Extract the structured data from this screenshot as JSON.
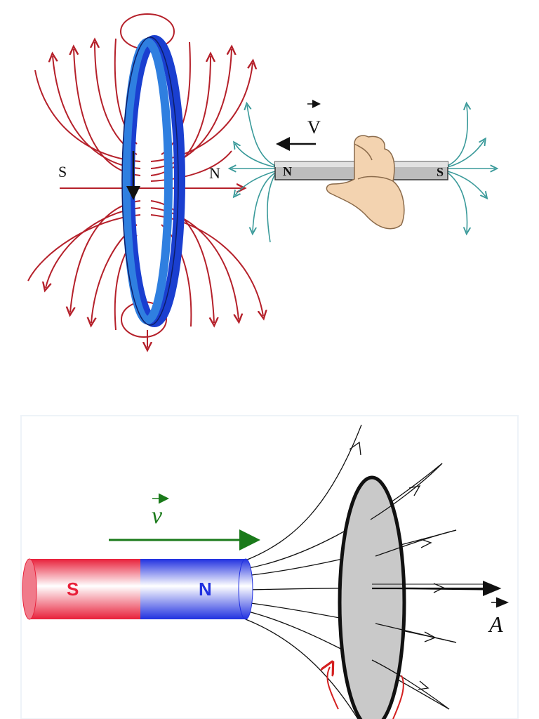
{
  "top_diagram": {
    "loop_field_labels": {
      "left": "S",
      "right": "N"
    },
    "magnet_labels": {
      "north": "N",
      "south": "S"
    },
    "velocity_label": "V"
  },
  "bottom_diagram": {
    "magnet_labels": {
      "south": "S",
      "north": "N"
    },
    "velocity_label": "v",
    "area_vector_label": "A"
  },
  "colors": {
    "loop_field_lines": "#b5202a",
    "loop_front": "#2f7fe0",
    "loop_back": "#1a3fd0",
    "magnet_field_lines": "#3a9a9a",
    "magnet_body": "#bdbdbd",
    "velocity_arrow_bottom": "#1a7a1a",
    "magnet_south_red": "#e8203a",
    "magnet_north_blue": "#2030e0",
    "disk_fill": "#c9c9c9",
    "induced_current": "#d42020"
  },
  "icons": [
    "hand-icon"
  ]
}
